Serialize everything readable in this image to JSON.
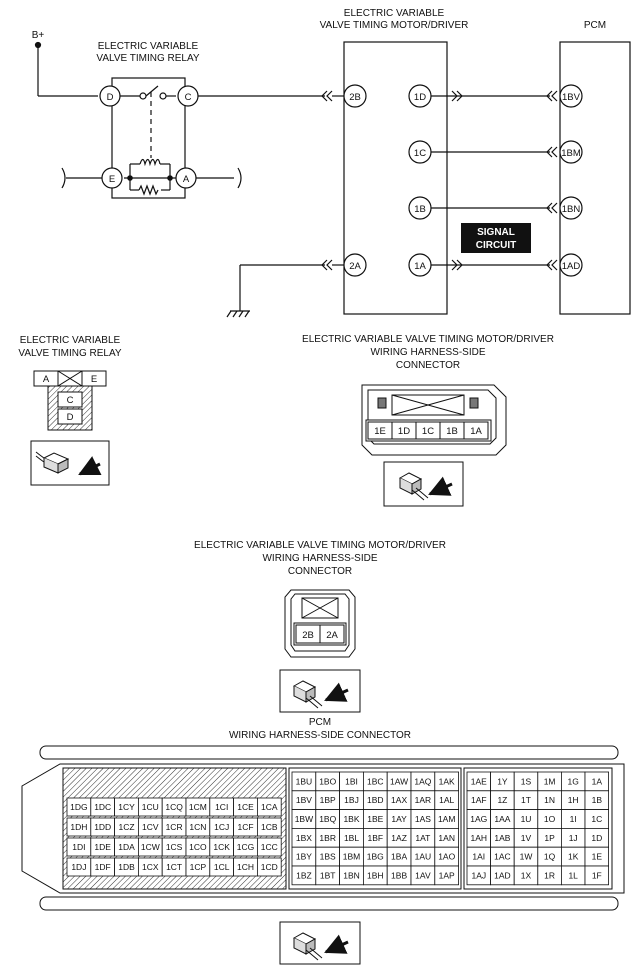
{
  "schematic": {
    "bplus": "B+",
    "relay_title_1": "ELECTRIC VARIABLE",
    "relay_title_2": "VALVE TIMING RELAY",
    "motor_title_1": "ELECTRIC VARIABLE",
    "motor_title_2": "VALVE TIMING MOTOR/DRIVER",
    "pcm_title": "PCM",
    "relay_terminals": [
      "D",
      "C",
      "E",
      "A"
    ],
    "motor_left_pins": [
      "2B",
      "2A"
    ],
    "motor_right_pins": [
      "1D",
      "1C",
      "1B",
      "1A"
    ],
    "pcm_pins": [
      "1BV",
      "1BM",
      "1BN",
      "1AD"
    ],
    "signal_label_1": "SIGNAL",
    "signal_label_2": "CIRCUIT"
  },
  "relay_connector": {
    "title_1": "ELECTRIC VARIABLE",
    "title_2": "VALVE TIMING RELAY",
    "pins": [
      "A",
      "E",
      "C",
      "D"
    ]
  },
  "motor_connector_1": {
    "title_1": "ELECTRIC VARIABLE VALVE TIMING MOTOR/DRIVER",
    "title_2": "WIRING HARNESS-SIDE",
    "title_3": "CONNECTOR",
    "pins": [
      "1E",
      "1D",
      "1C",
      "1B",
      "1A"
    ]
  },
  "motor_connector_2": {
    "title_1": "ELECTRIC VARIABLE VALVE TIMING MOTOR/DRIVER",
    "title_2": "WIRING HARNESS-SIDE",
    "title_3": "CONNECTOR",
    "pins": [
      "2B",
      "2A"
    ]
  },
  "pcm_connector": {
    "title_1": "PCM",
    "title_2": "WIRING HARNESS-SIDE CONNECTOR",
    "block1": [
      [
        "1DG",
        "1DC",
        "1CY",
        "1CU",
        "1CQ",
        "1CM",
        "1CI",
        "1CE",
        "1CA"
      ],
      [
        "1DH",
        "1DD",
        "1CZ",
        "1CV",
        "1CR",
        "1CN",
        "1CJ",
        "1CF",
        "1CB"
      ],
      [
        "1DI",
        "1DE",
        "1DA",
        "1CW",
        "1CS",
        "1CO",
        "1CK",
        "1CG",
        "1CC"
      ],
      [
        "1DJ",
        "1DF",
        "1DB",
        "1CX",
        "1CT",
        "1CP",
        "1CL",
        "1CH",
        "1CD"
      ]
    ],
    "block2": [
      [
        "1BU",
        "1BO",
        "1BI",
        "1BC",
        "1AW",
        "1AQ",
        "1AK"
      ],
      [
        "1BV",
        "1BP",
        "1BJ",
        "1BD",
        "1AX",
        "1AR",
        "1AL"
      ],
      [
        "1BW",
        "1BQ",
        "1BK",
        "1BE",
        "1AY",
        "1AS",
        "1AM"
      ],
      [
        "1BX",
        "1BR",
        "1BL",
        "1BF",
        "1AZ",
        "1AT",
        "1AN"
      ],
      [
        "1BY",
        "1BS",
        "1BM",
        "1BG",
        "1BA",
        "1AU",
        "1AO"
      ],
      [
        "1BZ",
        "1BT",
        "1BN",
        "1BH",
        "1BB",
        "1AV",
        "1AP"
      ]
    ],
    "block3": [
      [
        "1AE",
        "1Y",
        "1S",
        "1M",
        "1G",
        "1A"
      ],
      [
        "1AF",
        "1Z",
        "1T",
        "1N",
        "1H",
        "1B"
      ],
      [
        "1AG",
        "1AA",
        "1U",
        "1O",
        "1I",
        "1C"
      ],
      [
        "1AH",
        "1AB",
        "1V",
        "1P",
        "1J",
        "1D"
      ],
      [
        "1AI",
        "1AC",
        "1W",
        "1Q",
        "1K",
        "1E"
      ],
      [
        "1AJ",
        "1AD",
        "1X",
        "1R",
        "1L",
        "1F"
      ]
    ]
  }
}
